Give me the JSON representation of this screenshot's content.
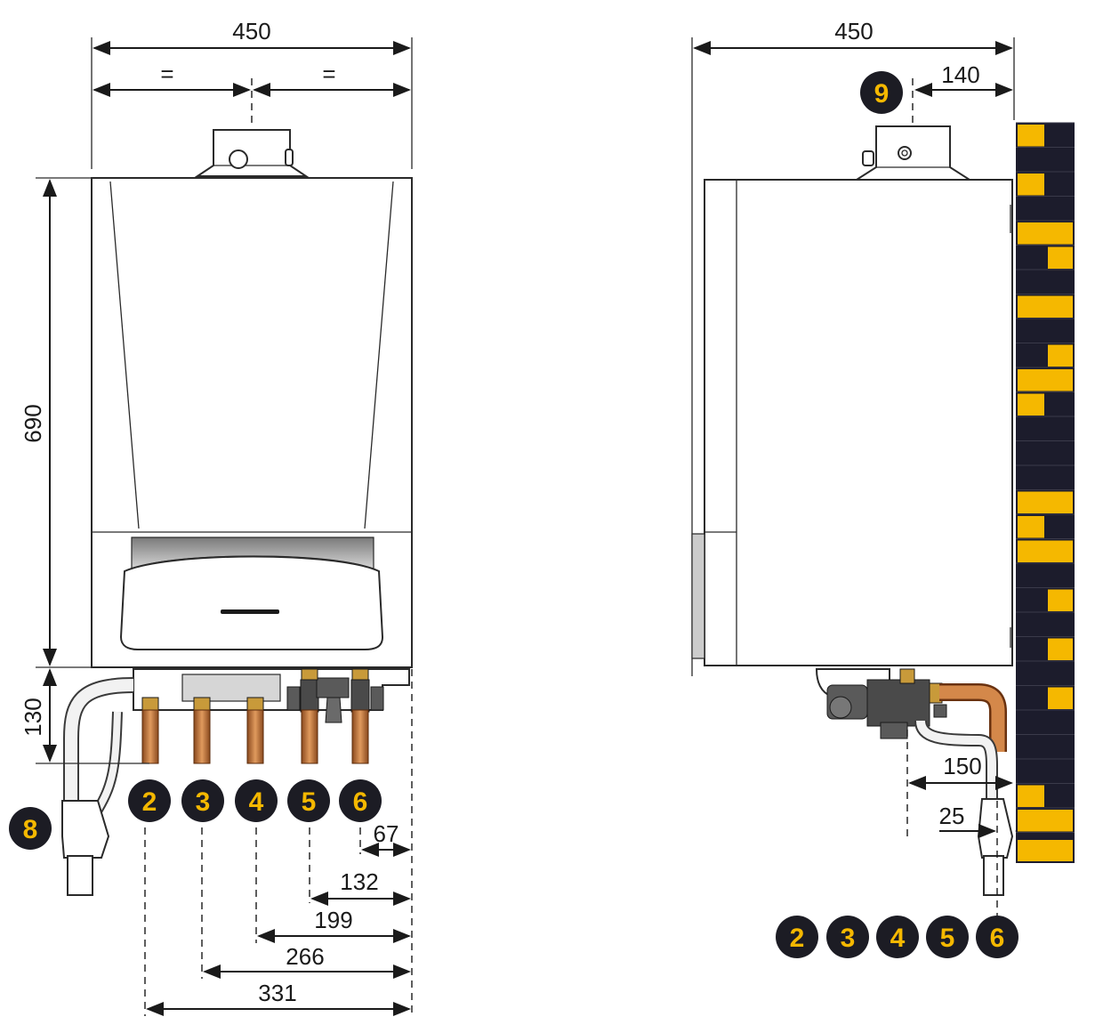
{
  "front_view": {
    "width_label": "450",
    "half_left_label": "=",
    "half_right_label": "=",
    "height_label": "690",
    "bottom_height_label": "130",
    "offsets": [
      "67",
      "132",
      "199",
      "266",
      "331"
    ]
  },
  "side_view": {
    "width_label": "450",
    "flue_offset_label": "140",
    "pipe_depth_label": "150",
    "wall_gap_label": "25"
  },
  "badges_front": [
    "2",
    "3",
    "4",
    "5",
    "6",
    "8"
  ],
  "badges_side": [
    "2",
    "3",
    "4",
    "5",
    "6",
    "9"
  ],
  "colors": {
    "accent": "#f5b800",
    "badge": "#1c1c24",
    "copper": "#c8763a",
    "wall_dark": "#1c1c2c"
  }
}
